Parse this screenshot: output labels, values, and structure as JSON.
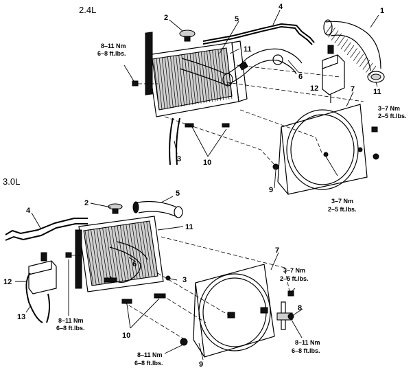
{
  "sections": {
    "top": {
      "title": "2.4L"
    },
    "bottom": {
      "title": "3.0L"
    }
  },
  "callouts_24": {
    "c1": "1",
    "c2": "2",
    "c3": "3",
    "c4": "4",
    "c5": "5",
    "c6": "6",
    "c7": "7",
    "c9": "9",
    "c10": "10",
    "c11a": "11",
    "c11b": "11",
    "c12": "12"
  },
  "torque_24": {
    "left": {
      "nm": "8–11 Nm",
      "ftlb": "6–8 ft.lbs."
    },
    "right": {
      "nm": "3–7 Nm",
      "ftlb": "2–5 ft.lbs."
    },
    "bottom": {
      "nm": "3–7 Nm",
      "ftlb": "2–5 ft.lbs."
    }
  },
  "callouts_30": {
    "c2": "2",
    "c3": "3",
    "c4": "4",
    "c5": "5",
    "c6": "6",
    "c7": "7",
    "c8": "8",
    "c9": "9",
    "c10": "10",
    "c11": "11",
    "c12": "12",
    "c13": "13"
  },
  "torque_30": {
    "left": {
      "nm": "8–11 Nm",
      "ftlb": "6–8 ft.lbs."
    },
    "right": {
      "nm": "3–7 Nm",
      "ftlb": "2–5 ft.lbs."
    },
    "right_low": {
      "nm": "8–11 Nm",
      "ftlb": "6–8 ft.lbs."
    },
    "bottom": {
      "nm": "8–11 Nm",
      "ftlb": "6–8 ft.lbs."
    }
  }
}
